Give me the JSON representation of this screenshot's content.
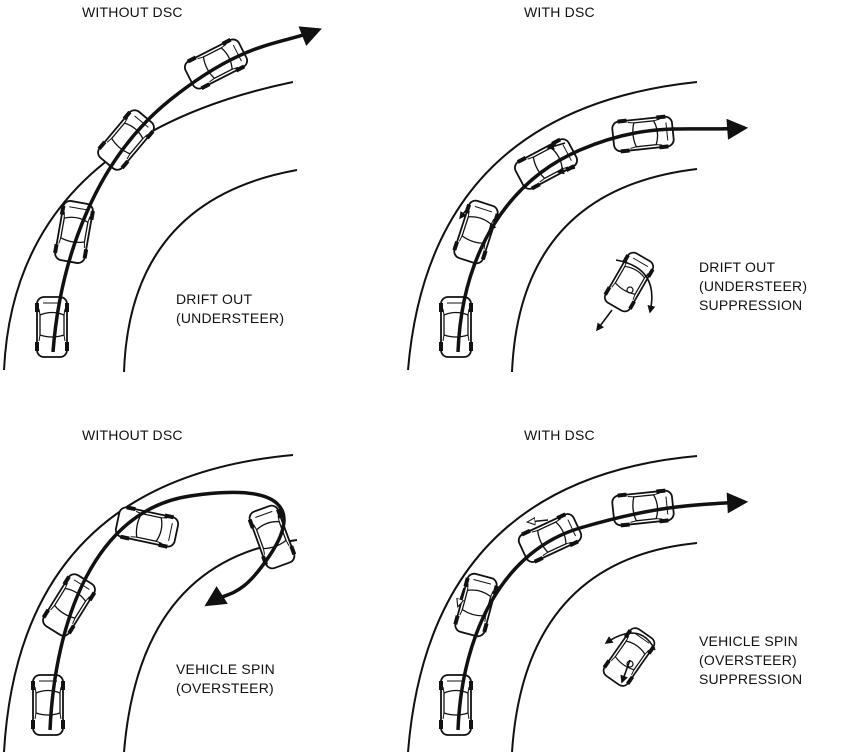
{
  "panels": {
    "top_left": {
      "title": "WITHOUT DSC",
      "caption": [
        "DRIFT OUT",
        "(UNDERSTEER)"
      ]
    },
    "top_right": {
      "title": "WITH DSC",
      "caption": [
        "DRIFT OUT",
        "(UNDERSTEER)",
        "SUPPRESSION"
      ]
    },
    "bottom_left": {
      "title": "WITHOUT DSC",
      "caption": [
        "VEHICLE SPIN",
        "(OVERSTEER)"
      ]
    },
    "bottom_right": {
      "title": "WITH DSC",
      "caption": [
        "VEHICLE SPIN",
        "(OVERSTEER)",
        "SUPPRESSION"
      ]
    }
  },
  "colors": {
    "ink": "#111111",
    "background": "#ffffff"
  }
}
